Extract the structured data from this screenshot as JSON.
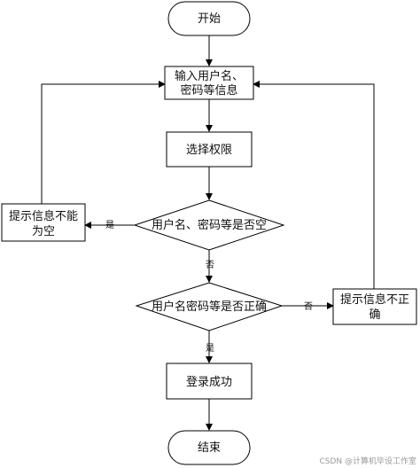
{
  "flowchart": {
    "start": "开始",
    "input_line1": "输入用户名、",
    "input_line2": "密码等信息",
    "select_permission": "选择权限",
    "check_empty": "用户名、密码等是否空",
    "prompt_empty_line1": "提示信息不能",
    "prompt_empty_line2": "为空",
    "check_correct": "用户名密码等是否正确",
    "prompt_incorrect_line1": "提示信息不正",
    "prompt_incorrect_line2": "确",
    "login_success": "登录成功",
    "end": "结束",
    "label_yes_empty": "是",
    "label_no_empty": "否",
    "label_no_correct": "否",
    "label_yes_correct": "是"
  },
  "watermark": "CSDN @计算机毕设工作室",
  "colors": {
    "line": "#000000",
    "node_fill": "#ffffff",
    "text": "#111111",
    "watermark": "#9a9a9a"
  }
}
